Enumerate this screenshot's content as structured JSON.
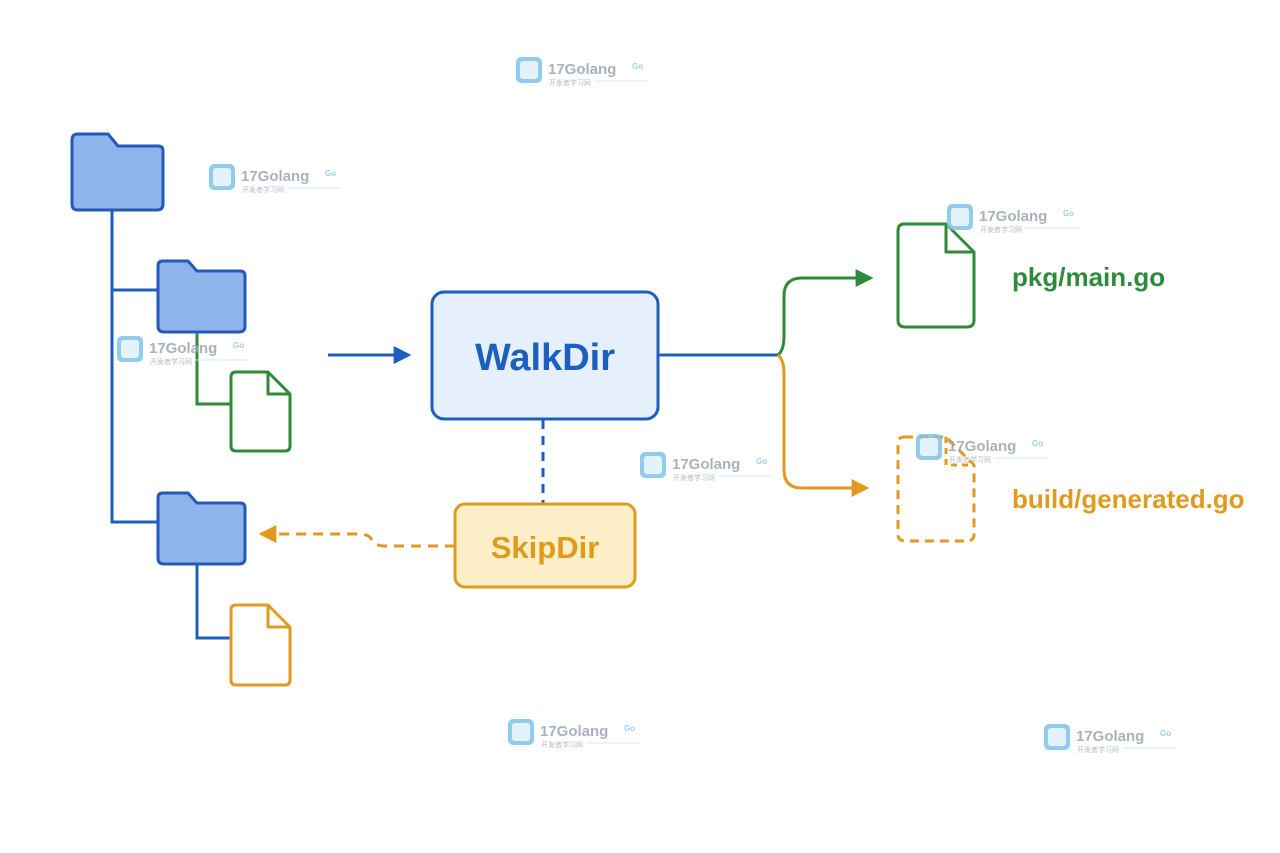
{
  "nodes": {
    "walkdir": {
      "label": "WalkDir"
    },
    "skipdir": {
      "label": "SkipDir"
    }
  },
  "outputs": {
    "included_file": "pkg/main.go",
    "skipped_file": "build/generated.go"
  },
  "watermark": {
    "title": "17Golang",
    "badge": "Go",
    "subtitle": "开发者学习网"
  },
  "colors": {
    "blue": "#1c5fbf",
    "folder_fill": "#8fb4ec",
    "folder_stroke": "#2558b8",
    "walkdir_fill": "#e6f0fd",
    "green": "#2e8b3a",
    "orange": "#e09a1e",
    "skipdir_fill": "#fdefc8",
    "white": "#ffffff"
  }
}
